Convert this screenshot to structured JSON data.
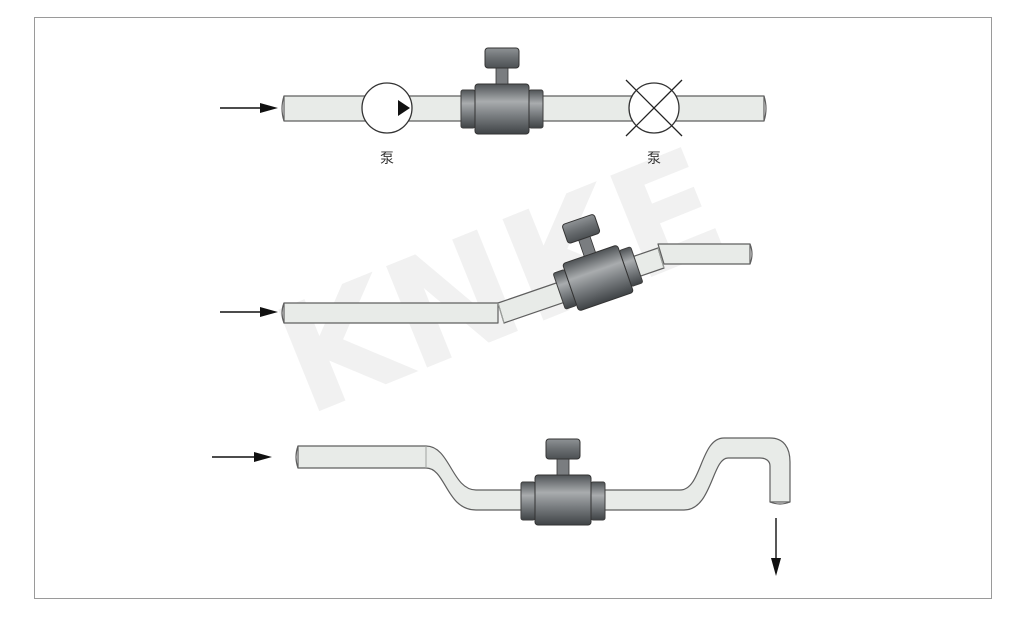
{
  "diagram": {
    "watermark": "KNKE",
    "labels": {
      "pump_left": "泵",
      "pump_right": "泵"
    }
  },
  "colors": {
    "pipe_fill": "#e8ebe8",
    "pipe_stroke": "#5f5f5f",
    "meter_metal": "#6e7275",
    "arrow": "#111111",
    "frame": "#9a9a9a"
  }
}
